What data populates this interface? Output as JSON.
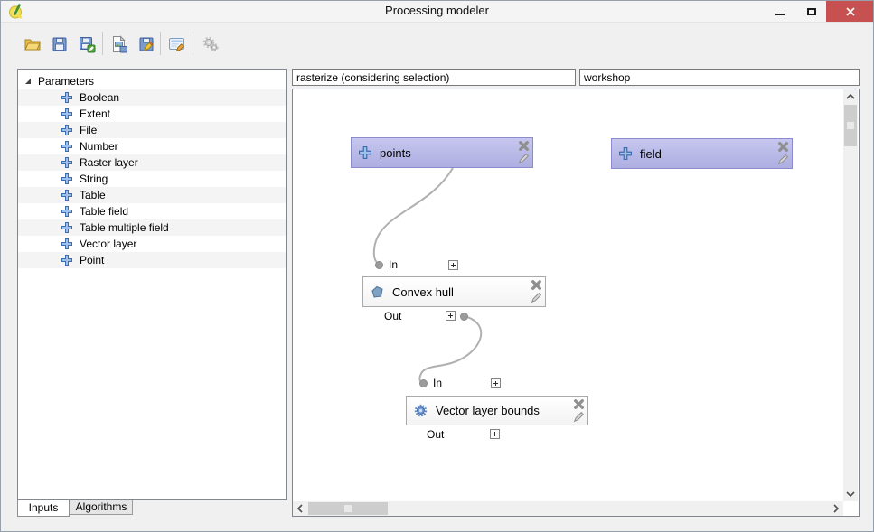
{
  "window": {
    "title": "Processing modeler"
  },
  "toolbar": {
    "buttons": [
      {
        "icon": "open-model-icon"
      },
      {
        "icon": "save-model-icon"
      },
      {
        "icon": "save-model-as-icon"
      },
      {
        "icon": "export-as-image-icon"
      },
      {
        "icon": "export-as-script-icon"
      },
      {
        "icon": "edit-model-help-icon"
      },
      {
        "icon": "run-model-icon",
        "disabled": true
      }
    ]
  },
  "sidebar": {
    "root_label": "Parameters",
    "items": [
      {
        "label": "Boolean"
      },
      {
        "label": "Extent"
      },
      {
        "label": "File"
      },
      {
        "label": "Number"
      },
      {
        "label": "Raster layer"
      },
      {
        "label": "String"
      },
      {
        "label": "Table"
      },
      {
        "label": "Table field"
      },
      {
        "label": "Table multiple field"
      },
      {
        "label": "Vector layer"
      },
      {
        "label": "Point"
      }
    ],
    "tabs": [
      {
        "label": "Inputs",
        "active": true
      },
      {
        "label": "Algorithms",
        "active": false
      }
    ]
  },
  "model": {
    "name": "rasterize (considering selection)",
    "group": "workshop"
  },
  "canvas": {
    "port_in_label": "In",
    "port_out_label": "Out",
    "nodes": {
      "points": {
        "label": "points",
        "type": "input"
      },
      "field": {
        "label": "field",
        "type": "input"
      },
      "convex_hull": {
        "label": "Convex hull",
        "type": "algorithm"
      },
      "vector_layer_bounds": {
        "label": "Vector layer bounds",
        "type": "algorithm"
      }
    },
    "connections": [
      {
        "from": "points",
        "to": "convex_hull.In"
      },
      {
        "from": "convex_hull.Out",
        "to": "vector_layer_bounds.In"
      }
    ]
  },
  "colors": {
    "input_node_fill": "#b9b9e8",
    "input_node_border": "#8c8ccd",
    "close_button": "#c75050",
    "plus_icon_blue": "#3c6cae",
    "connection_line": "#b0b0b0",
    "canvas_bg": "#ffffff",
    "dialog_bg": "#f0f0f0"
  }
}
